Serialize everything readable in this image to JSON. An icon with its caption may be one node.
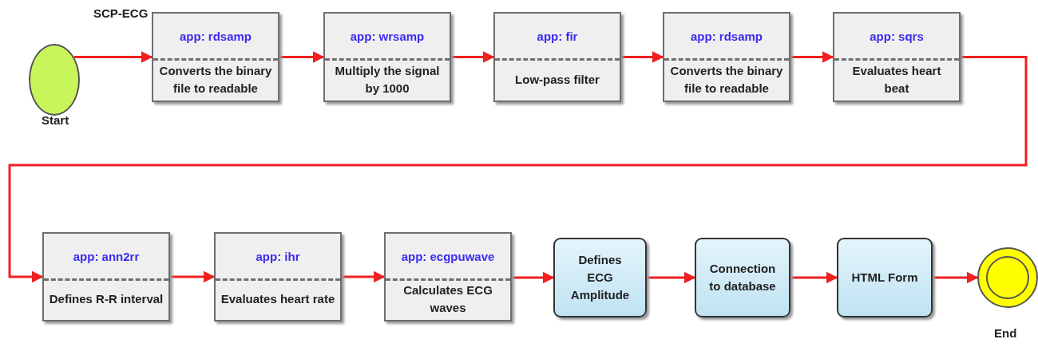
{
  "diagram": {
    "nodes": [
      {
        "text": [],
        "shape": "circle",
        "beside": [
          "Start"
        ]
      },
      {
        "text": [
          "app: rdsamp",
          "Converts the binary file to readable"
        ]
      },
      {
        "text": [
          "app: wrsamp",
          "Multiply the signal by 1000"
        ]
      },
      {
        "text": [
          "app: fir",
          "Low-pass filter"
        ]
      },
      {
        "text": [
          "app: rdsamp",
          "Converts the binary file to readable"
        ]
      },
      {
        "text": [
          "app: sqrs",
          "Evaluates heart beat"
        ]
      },
      {
        "text": [
          "app: ann2rr",
          "Defines R-R interval"
        ]
      },
      {
        "text": [
          "app: ihr",
          "Evaluates heart rate"
        ]
      },
      {
        "text": [
          "app: ecgpuwave",
          "Calculates ECG waves"
        ]
      },
      {
        "text": [
          "Defines ECG Amplitude"
        ]
      },
      {
        "text": [
          "Connection to database"
        ]
      },
      {
        "text": [
          "HTML Form"
        ]
      },
      {
        "text": [],
        "shape": "circle",
        "beside": [
          "End"
        ]
      }
    ],
    "edges": [
      {
        "from": 0,
        "to": 1,
        "arrow": "to"
      },
      {
        "from": 1,
        "to": 2,
        "arrow": "to"
      },
      {
        "from": 2,
        "to": 3,
        "arrow": "to"
      },
      {
        "from": 3,
        "to": 4,
        "arrow": "to"
      },
      {
        "from": 4,
        "to": 5,
        "arrow": "to"
      },
      {
        "from": 5,
        "to": 6,
        "arrow": "to"
      },
      {
        "from": 6,
        "to": 7,
        "arrow": "to"
      },
      {
        "from": 7,
        "to": 8,
        "arrow": "to"
      },
      {
        "from": 8,
        "to": 9,
        "arrow": "to"
      },
      {
        "from": 9,
        "to": 10,
        "arrow": "to"
      },
      {
        "from": 10,
        "to": 11,
        "arrow": "to"
      },
      {
        "from": 11,
        "to": 12,
        "arrow": "to"
      }
    ],
    "labels": [
      "SCP-ECG"
    ]
  }
}
